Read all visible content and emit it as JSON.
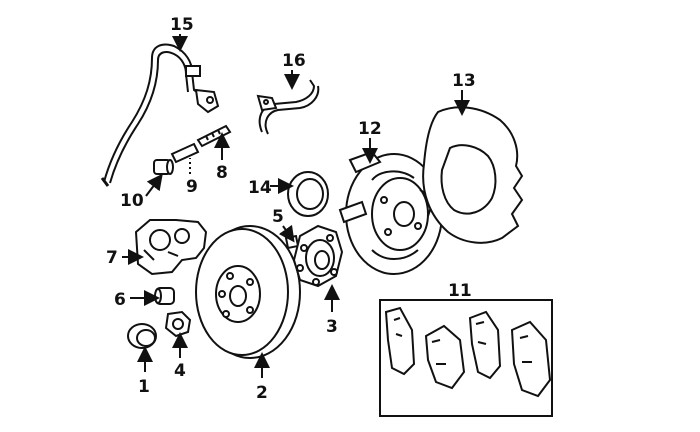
{
  "callouts": {
    "c1": "1",
    "c2": "2",
    "c3": "3",
    "c4": "4",
    "c5": "5",
    "c6": "6",
    "c7": "7",
    "c8": "8",
    "c9": "9",
    "c10": "10",
    "c11": "11",
    "c12": "12",
    "c13": "13",
    "c14": "14",
    "c15": "15",
    "c16": "16"
  },
  "colors": {
    "ink": "#111111",
    "paper": "#ffffff"
  }
}
